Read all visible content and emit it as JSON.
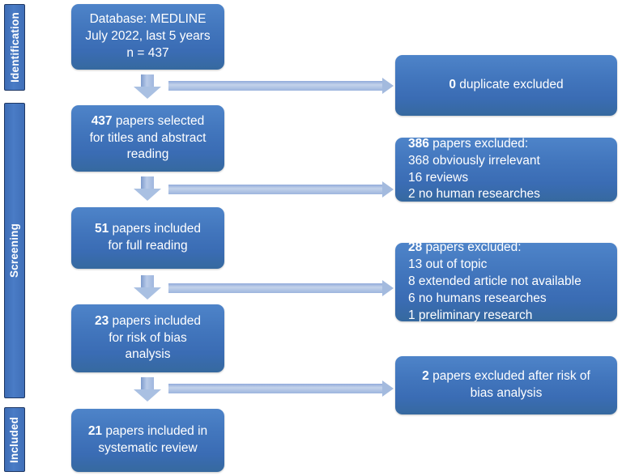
{
  "diagram": {
    "type": "prisma-flow",
    "phases": [
      {
        "id": "identification",
        "label": "Identification"
      },
      {
        "id": "screening",
        "label": "Screening"
      },
      {
        "id": "included",
        "label": "Included"
      }
    ],
    "main_boxes": [
      {
        "id": "database-source",
        "lines": [
          {
            "bold": "",
            "text": "Database: MEDLINE"
          },
          {
            "bold": "",
            "text": "July 2022, last 5 years"
          },
          {
            "bold": "",
            "text": "n = 437"
          }
        ]
      },
      {
        "id": "titles-abstract-screening",
        "lines": [
          {
            "bold": "437",
            "text": " papers selected"
          },
          {
            "bold": "",
            "text": "for titles and abstract"
          },
          {
            "bold": "",
            "text": "reading"
          }
        ]
      },
      {
        "id": "full-reading",
        "lines": [
          {
            "bold": "51",
            "text": " papers included"
          },
          {
            "bold": "",
            "text": "for full reading"
          }
        ]
      },
      {
        "id": "risk-of-bias",
        "lines": [
          {
            "bold": "23",
            "text": " papers included"
          },
          {
            "bold": "",
            "text": "for risk of bias"
          },
          {
            "bold": "",
            "text": "analysis"
          }
        ]
      },
      {
        "id": "systematic-review",
        "lines": [
          {
            "bold": "21",
            "text": " papers included in"
          },
          {
            "bold": "",
            "text": "systematic review"
          }
        ]
      }
    ],
    "exclusion_boxes": [
      {
        "id": "duplicates-excluded",
        "align": "center",
        "lines": [
          {
            "bold": "0",
            "text": " duplicate excluded"
          }
        ]
      },
      {
        "id": "screening-excluded",
        "align": "left",
        "lines": [
          {
            "bold": "386",
            "text": " papers excluded:"
          },
          {
            "bold": "",
            "text": "368 obviously irrelevant"
          },
          {
            "bold": "",
            "text": "16 reviews"
          },
          {
            "bold": "",
            "text": "2 no human researches"
          }
        ]
      },
      {
        "id": "full-text-excluded",
        "align": "left",
        "lines": [
          {
            "bold": "28",
            "text": " papers excluded:"
          },
          {
            "bold": "",
            "text": "13 out of topic"
          },
          {
            "bold": "",
            "text": "8 extended article not available"
          },
          {
            "bold": "",
            "text": "6 no humans researches"
          },
          {
            "bold": "",
            "text": "1 preliminary research"
          }
        ]
      },
      {
        "id": "bias-excluded",
        "align": "center",
        "lines": [
          {
            "bold": "2",
            "text": " papers excluded after risk of"
          },
          {
            "bold": "",
            "text": "bias analysis"
          }
        ]
      }
    ],
    "connectors": {
      "down_arrows": [
        {
          "id": "down-arrow-1"
        },
        {
          "id": "down-arrow-2"
        },
        {
          "id": "down-arrow-3"
        },
        {
          "id": "down-arrow-4"
        }
      ],
      "right_arrows": [
        {
          "id": "right-arrow-duplicates"
        },
        {
          "id": "right-arrow-screening"
        },
        {
          "id": "right-arrow-fulltext"
        },
        {
          "id": "right-arrow-bias"
        }
      ]
    },
    "colors": {
      "box_blue": "#4276bd",
      "box_blue_dark": "#36699f",
      "phase_bar_blue": "#4a7cc6",
      "phase_bar_border": "#1f3864",
      "arrow_blue": "#a9c0e2",
      "text_white": "#ffffff",
      "background": "#ffffff"
    }
  }
}
